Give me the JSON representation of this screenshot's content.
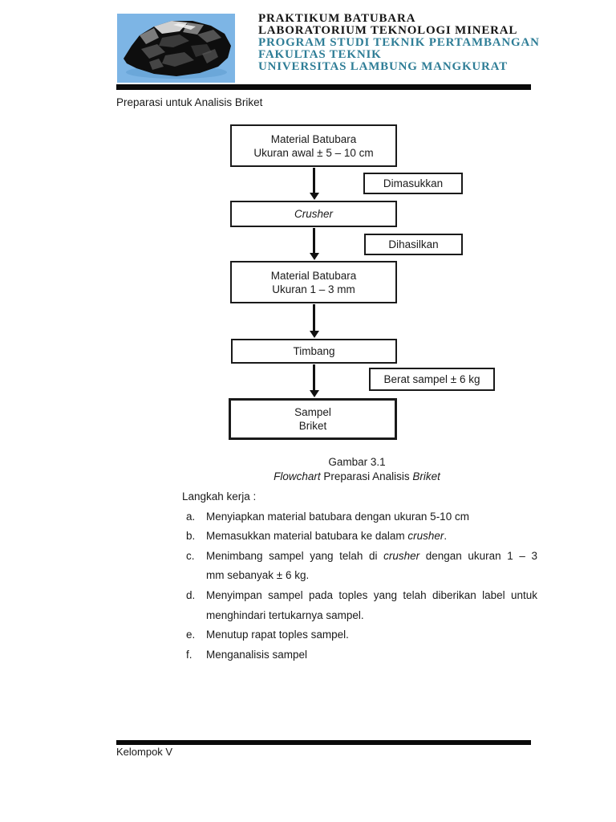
{
  "colors": {
    "accent_teal": "#2e7d96",
    "ink": "#1a1a1a",
    "logo_bg": "#7db5e5",
    "rule": "#0a0a0a"
  },
  "header": {
    "logo": "coal-specimen-photo",
    "line1": "PRAKTIKUM BATUBARA",
    "line2": "LABORATORIUM TEKNOLOGI MINERAL",
    "line3": "PROGRAM STUDI TEKNIK PERTAMBANGAN",
    "line4": "FAKULTAS TEKNIK",
    "line5": "UNIVERSITAS LAMBUNG MANGKURAT"
  },
  "section_title": "Preparasi untuk Analisis Briket",
  "flowchart": {
    "box_material_awal": {
      "line1": "Material Batubara",
      "line2": "Ukuran awal ± 5 – 10 cm"
    },
    "label_dimasukkan": "Dimasukkan",
    "box_crusher": "Crusher",
    "label_dihasilkan": "Dihasilkan",
    "box_material_hasil": {
      "line1": "Material Batubara",
      "line2": "Ukuran 1 – 3 mm"
    },
    "box_timbang": "Timbang",
    "label_berat": "Berat sampel ± 6 kg",
    "box_sampel": {
      "line1": "Sampel",
      "line2": "Briket"
    }
  },
  "caption": {
    "line1": "Gambar 3.1",
    "line2_italic_a": "Flowchart",
    "line2_plain": " Preparasi Analisis ",
    "line2_italic_b": "Briket"
  },
  "steps": {
    "heading": "Langkah kerja :",
    "items": [
      {
        "letter": "a.",
        "lines": [
          {
            "parts": [
              {
                "t": "Menyiapkan material batubara dengan ukuran 5-10 cm"
              }
            ]
          }
        ]
      },
      {
        "letter": "b.",
        "lines": [
          {
            "parts": [
              {
                "t": "Memasukkan material batubara ke dalam "
              },
              {
                "t": "crusher",
                "italic": true
              },
              {
                "t": "."
              }
            ]
          }
        ]
      },
      {
        "letter": "c.",
        "lines": [
          {
            "justify": true,
            "parts": [
              {
                "t": "Menimbang sampel yang telah di "
              },
              {
                "t": "crusher",
                "italic": true
              },
              {
                "t": " dengan ukuran 1 – 3"
              }
            ]
          },
          {
            "parts": [
              {
                "t": "mm sebanyak ± 6 kg."
              }
            ]
          }
        ]
      },
      {
        "letter": "d.",
        "lines": [
          {
            "justify": true,
            "parts": [
              {
                "t": "Menyimpan sampel pada toples yang telah diberikan label untuk"
              }
            ]
          },
          {
            "parts": [
              {
                "t": "menghindari tertukarnya sampel."
              }
            ]
          }
        ]
      },
      {
        "letter": "e.",
        "lines": [
          {
            "parts": [
              {
                "t": "Menutup rapat toples sampel."
              }
            ]
          }
        ]
      },
      {
        "letter": "f.",
        "lines": [
          {
            "parts": [
              {
                "t": "Menganalisis sampel"
              }
            ]
          }
        ]
      }
    ]
  },
  "footer": {
    "label": "Kelompok V"
  }
}
